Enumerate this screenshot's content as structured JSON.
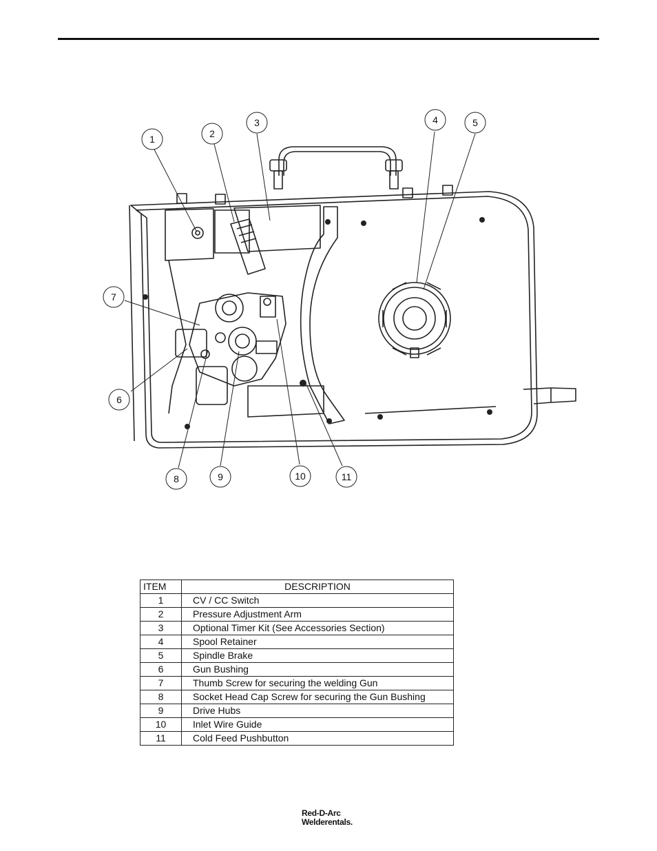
{
  "diagram": {
    "callouts": [
      "1",
      "2",
      "3",
      "4",
      "5",
      "6",
      "7",
      "8",
      "9",
      "10",
      "11"
    ]
  },
  "table": {
    "header_item": "ITEM",
    "header_description": "DESCRIPTION",
    "rows": [
      {
        "item": "1",
        "description": "CV / CC Switch"
      },
      {
        "item": "2",
        "description": "Pressure Adjustment Arm"
      },
      {
        "item": "3",
        "description": "Optional Timer Kit (See Accessories Section)"
      },
      {
        "item": "4",
        "description": "Spool Retainer"
      },
      {
        "item": "5",
        "description": "Spindle Brake"
      },
      {
        "item": "6",
        "description": "Gun Bushing"
      },
      {
        "item": "7",
        "description": "Thumb Screw for securing the welding Gun"
      },
      {
        "item": "8",
        "description": "Socket Head Cap Screw for securing the Gun Bushing"
      },
      {
        "item": "9",
        "description": "Drive Hubs"
      },
      {
        "item": "10",
        "description": "Inlet Wire Guide"
      },
      {
        "item": "11",
        "description": "Cold Feed Pushbutton"
      }
    ]
  },
  "logo": {
    "line1": "Red-D-Arc",
    "line2": "Welderentals."
  }
}
